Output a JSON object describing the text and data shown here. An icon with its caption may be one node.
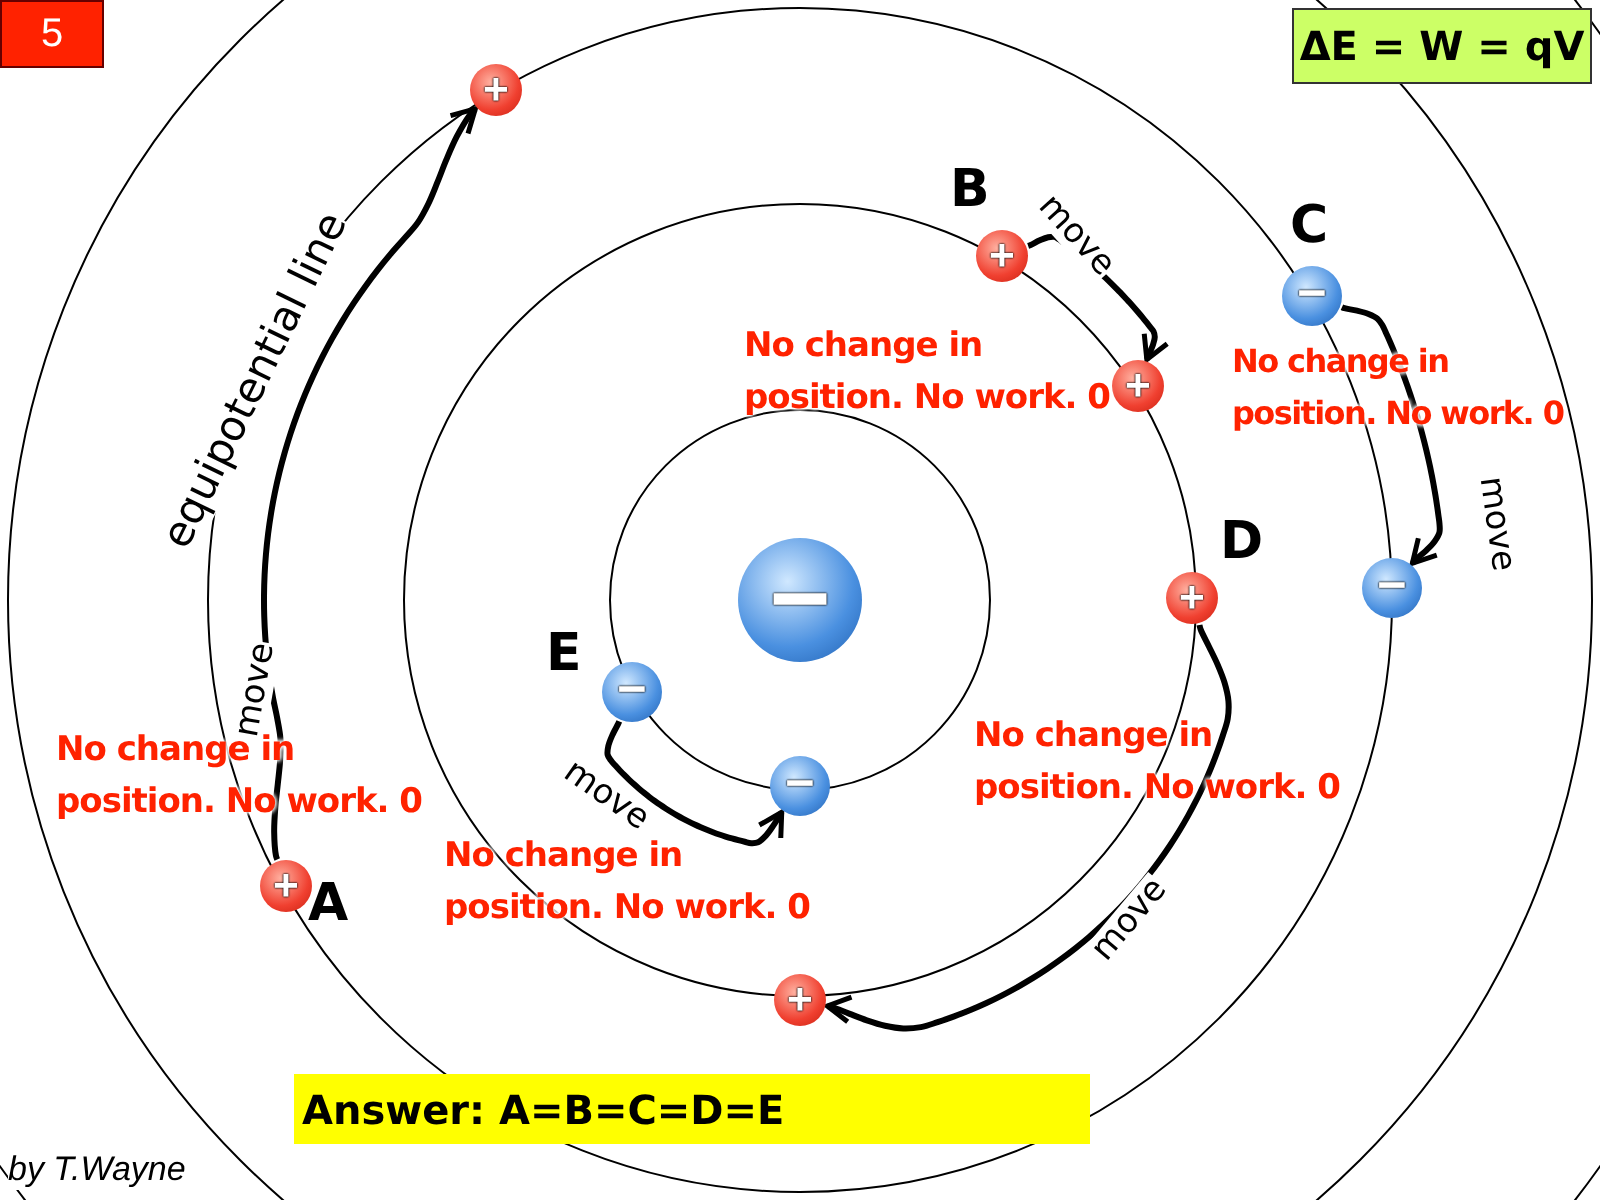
{
  "diagram": {
    "title": "5",
    "nodes": [
      {
        "text": [
          "+"
        ]
      },
      {
        "text": [
          "+"
        ],
        "beside": [
          "B"
        ]
      },
      {
        "text": [
          "−"
        ],
        "beside": [
          "C"
        ]
      },
      {
        "text": [
          "+"
        ]
      },
      {
        "text": [
          "−"
        ]
      },
      {
        "text": [
          "+"
        ],
        "beside": [
          "D"
        ]
      },
      {
        "text": [
          "−"
        ]
      },
      {
        "text": [
          "−"
        ],
        "beside": [
          "E"
        ]
      },
      {
        "text": [
          "−"
        ]
      },
      {
        "text": [
          "+"
        ],
        "beside": [
          "A"
        ]
      },
      {
        "text": [
          "+"
        ]
      }
    ],
    "edges": [
      {
        "from": 9,
        "to": 0,
        "arrow": "to",
        "label": "move"
      },
      {
        "from": 1,
        "to": 3,
        "arrow": "to",
        "label": "move"
      },
      {
        "from": 2,
        "to": 4,
        "arrow": "to",
        "label": "move"
      },
      {
        "from": 5,
        "to": 10,
        "arrow": "to",
        "label": "move"
      },
      {
        "from": 7,
        "to": 8,
        "arrow": "to",
        "label": "move"
      }
    ],
    "labels": [
      "ΔE = W = qV",
      "equipotential line",
      "No change in position. No work. 0",
      "No change in position. No work. 0",
      "No change in position. No work. 0",
      "No change in position. No work. 0",
      "No change in position. No work. 0",
      "Answer: A=B=C=D=E",
      "by T.Wayne"
    ]
  }
}
